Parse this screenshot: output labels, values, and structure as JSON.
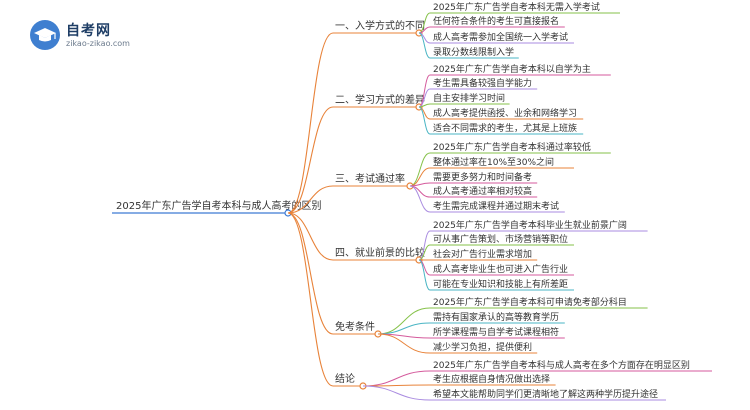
{
  "logo": {
    "title": "自考网",
    "url": "zikao-zikao.com"
  },
  "colors": {
    "root_line": "#3d7bd4",
    "branch_line": "#f0a057",
    "node_dot": "#ffffff",
    "text": "#333333",
    "leaf_line": "#a98be0"
  },
  "root": "2025年广东广告学自考本科与成人高考的区别",
  "branches": [
    {
      "label": "一、入学方式的不同",
      "children": [
        "2025年广东广告学自考本科无需入学考试",
        "任何符合条件的考生可直接报名",
        "成人高考需参加全国统一入学考试",
        "录取分数线限制入学"
      ]
    },
    {
      "label": "二、学习方式的差异",
      "children": [
        "2025年广东广告学自考本科以自学为主",
        "考生需具备较强自学能力",
        "自主安排学习时间",
        "成人高考提供函授、业余和网络学习",
        "适合不同需求的考生，尤其是上班族"
      ]
    },
    {
      "label": "三、考试通过率",
      "children": [
        "2025年广东广告学自考本科通过率较低",
        "整体通过率在10%至30%之间",
        "需要更多努力和时间备考",
        "成人高考通过率相对较高",
        "考生需完成课程并通过期末考试"
      ]
    },
    {
      "label": "四、就业前景的比较",
      "children": [
        "2025年广东广告学自考本科毕业生就业前景广阔",
        "可从事广告策划、市场营销等职位",
        "社会对广告行业需求增加",
        "成人高考毕业生也可进入广告行业",
        "可能在专业知识和技能上有所差距"
      ]
    },
    {
      "label": "免考条件",
      "children": [
        "2025年广东广告学自考本科可申请免考部分科目",
        "需持有国家承认的高等教育学历",
        "所学课程需与自学考试课程相符",
        "减少学习负担，提供便利"
      ]
    },
    {
      "label": "结论",
      "children": [
        "2025年广东广告学自考本科与成人高考在多个方面存在明显区别",
        "考生应根据自身情况做出选择",
        "希望本文能帮助同学们更清晰地了解这两种学历提升途径"
      ]
    }
  ]
}
